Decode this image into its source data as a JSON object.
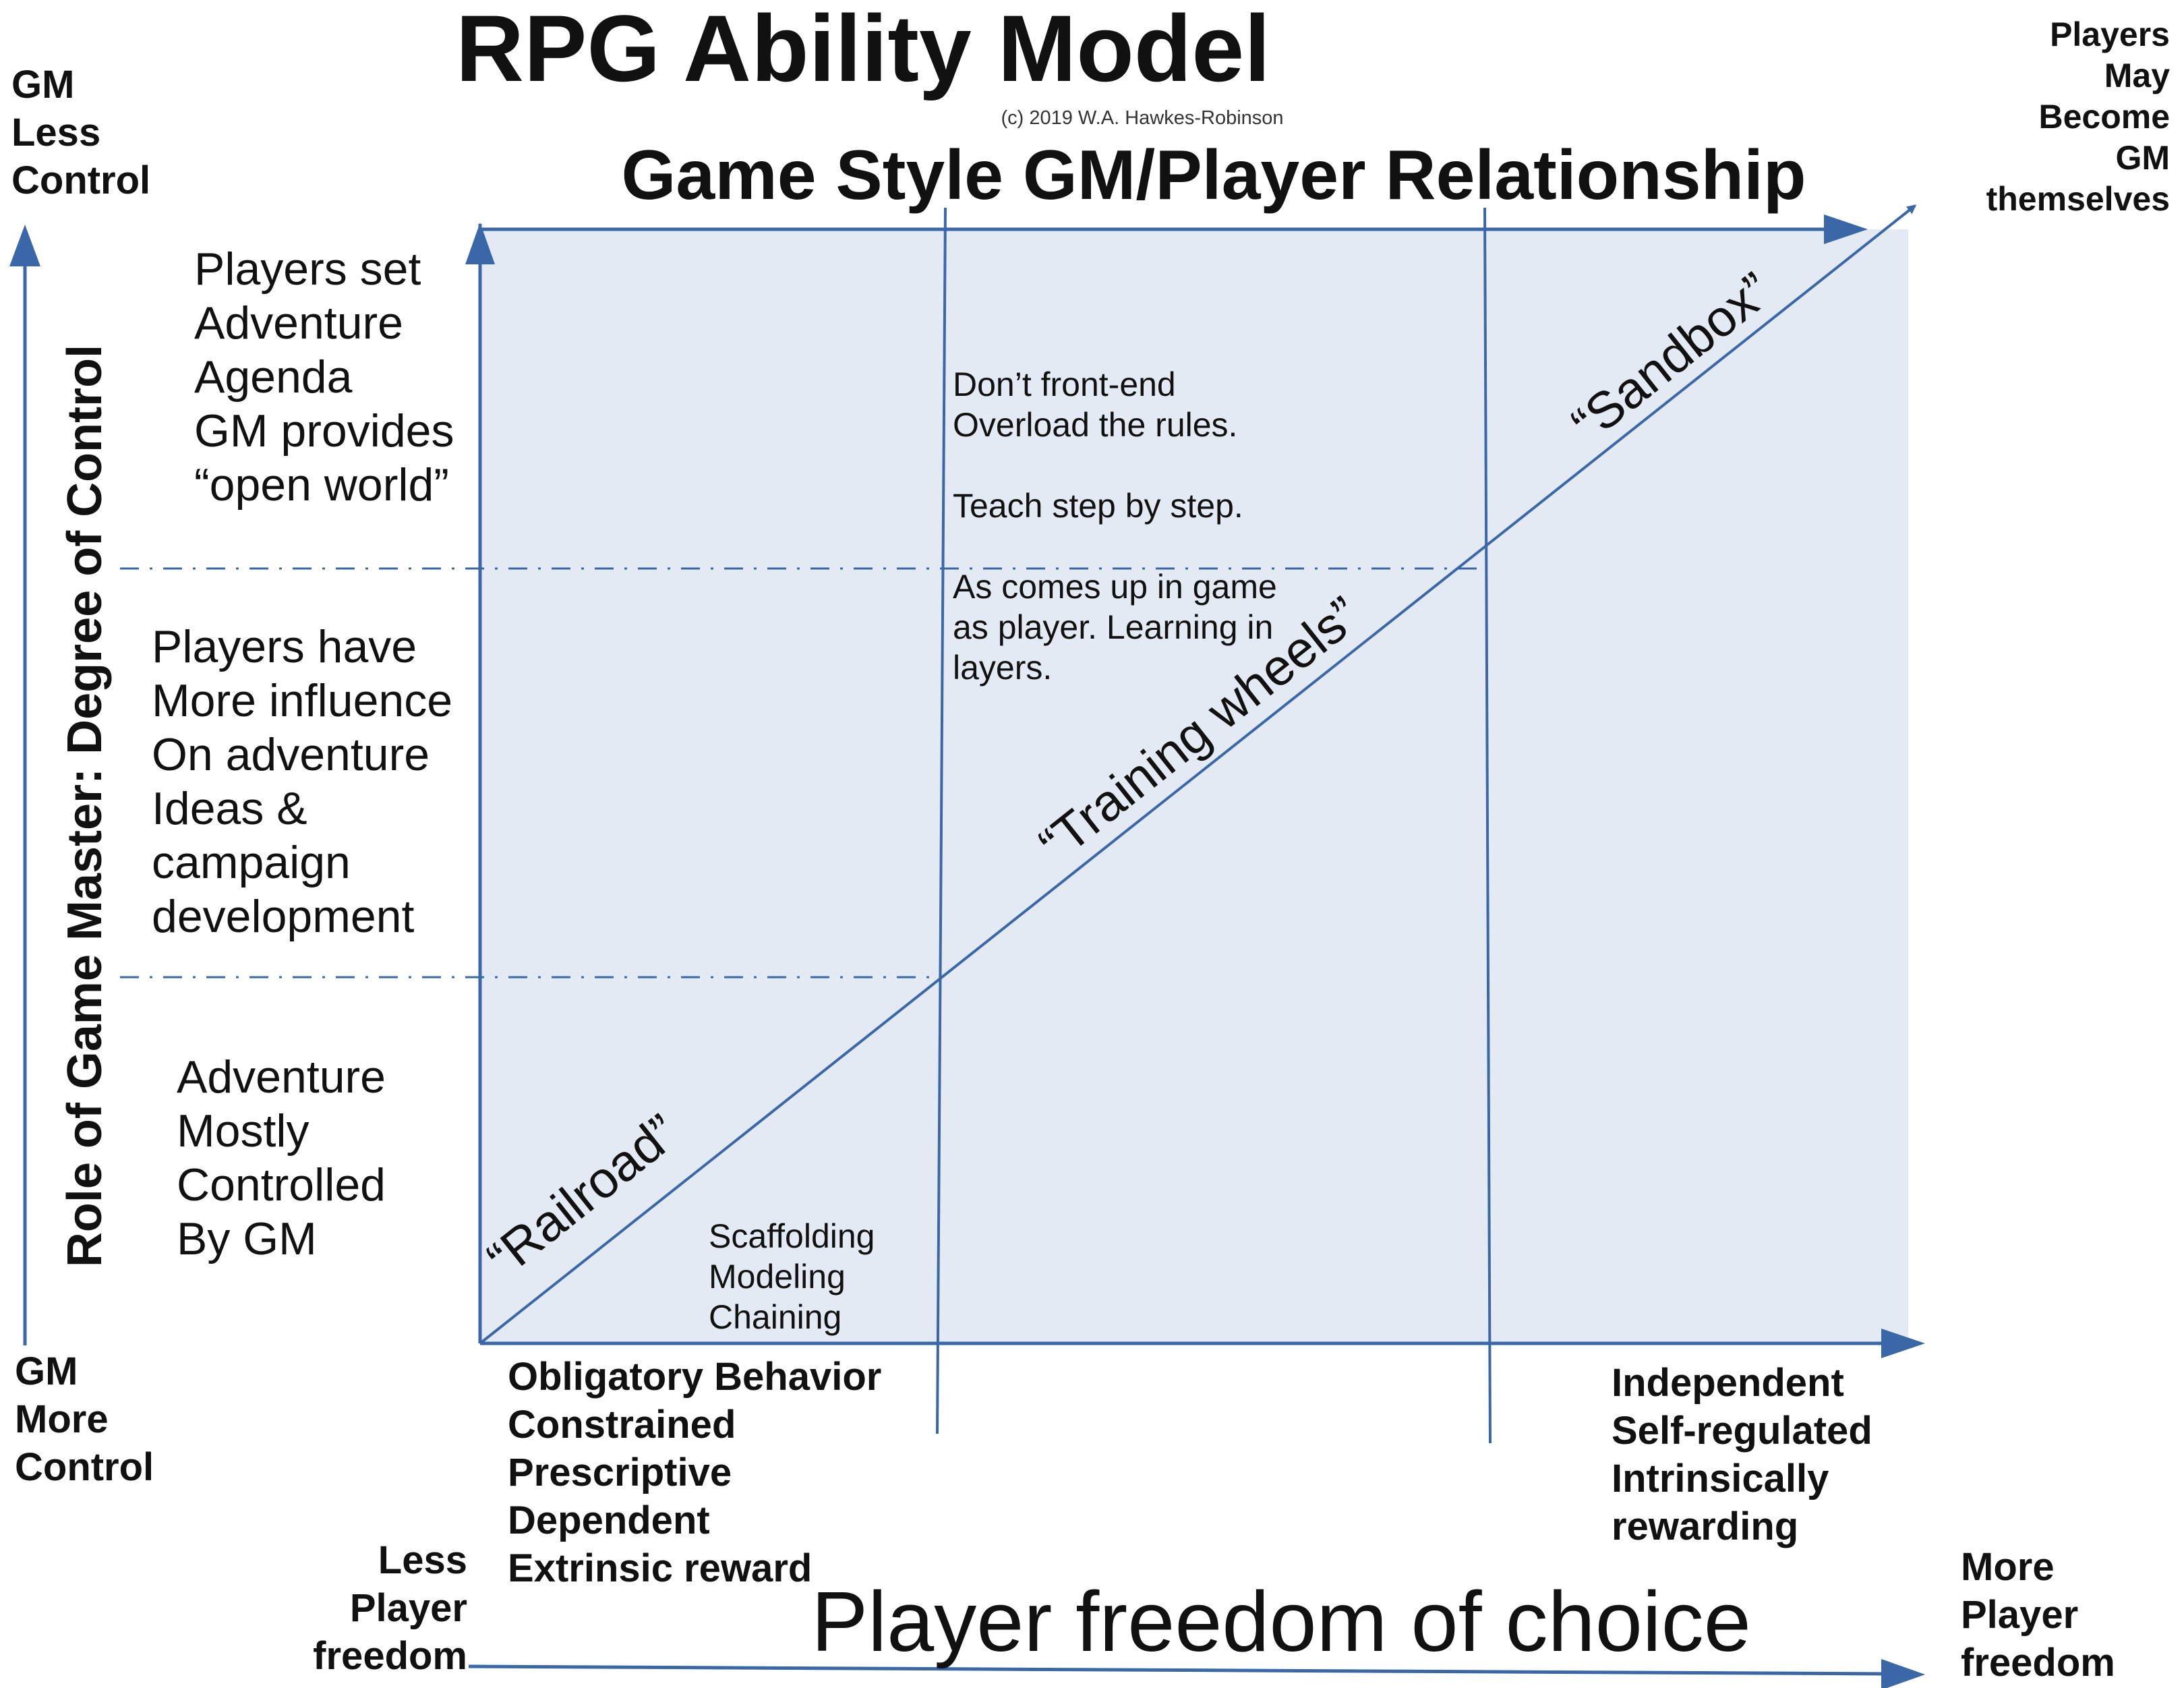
{
  "header": {
    "title": "RPG Ability Model",
    "copyright": "(c) 2019 W.A. Hawkes-Robinson",
    "subtitle": "Game Style GM/Player Relationship"
  },
  "axes": {
    "vertical_title": "Role of Game Master: Degree of Control",
    "horizontal_title": "Player freedom of choice",
    "gm_less_control": [
      "GM",
      "Less",
      "Control"
    ],
    "gm_more_control": [
      "GM",
      "More",
      "Control"
    ],
    "less_player_freedom": [
      "Less",
      "Player",
      "freedom"
    ],
    "more_player_freedom": [
      "More",
      "Player",
      "freedom"
    ],
    "players_may_become_gm": [
      "Players",
      "May",
      "Become",
      "GM",
      "themselves"
    ]
  },
  "rows": {
    "top": [
      "Players set",
      "Adventure",
      "Agenda",
      "GM provides",
      "“open world”"
    ],
    "middle": [
      "Players have",
      "More influence",
      "On adventure",
      "Ideas &",
      "campaign",
      "development"
    ],
    "bottom": [
      "Adventure",
      "Mostly",
      "Controlled",
      "By GM"
    ]
  },
  "diagonal_labels": {
    "railroad": "“Railroad”",
    "training_wheels": "“Training wheels”",
    "sandbox": "“Sandbox”"
  },
  "notes": {
    "teaching": [
      "Don’t front-end",
      "Overload the rules.",
      "",
      "Teach step by step.",
      "",
      "As comes up in game",
      "as player. Learning in",
      "layers."
    ],
    "scaffolding": [
      "Scaffolding",
      "Modeling",
      "Chaining"
    ]
  },
  "bottom_descriptors": {
    "left": [
      "Obligatory Behavior",
      "Constrained",
      "Prescriptive",
      "Dependent",
      "Extrinsic reward"
    ],
    "right": [
      "Independent",
      "Self-regulated",
      "Intrinsically",
      "rewarding"
    ]
  },
  "colors": {
    "line": "#3a67a7",
    "fill": "#e4eaf3",
    "text": "#111111"
  }
}
